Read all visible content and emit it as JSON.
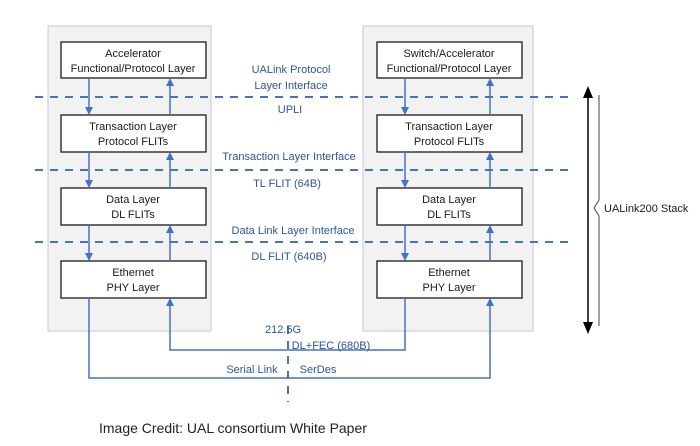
{
  "left_stack": {
    "layer1": [
      "Accelerator",
      "Functional/Protocol Layer"
    ],
    "layer2": [
      "Transaction Layer",
      "Protocol FLITs"
    ],
    "layer3": [
      "Data Layer",
      "DL FLITs"
    ],
    "layer4": [
      "Ethernet",
      "PHY Layer"
    ]
  },
  "right_stack": {
    "layer1": [
      "Switch/Accelerator",
      "Functional/Protocol Layer"
    ],
    "layer2": [
      "Transaction Layer",
      "Protocol FLITs"
    ],
    "layer3": [
      "Data Layer",
      "DL FLITs"
    ],
    "layer4": [
      "Ethernet",
      "PHY Layer"
    ]
  },
  "interfaces": {
    "protocol": [
      "UALink Protocol",
      "Layer Interface"
    ],
    "upli": "UPLI",
    "transaction": "Transaction Layer Interface",
    "tl_flit": "TL FLIT (64B)",
    "data_link": "Data Link Layer Interface",
    "dl_flit": "DL FLIT (640B)"
  },
  "links": {
    "rate": "212.5G",
    "dl_fec": "DL+FEC (680B)",
    "serial_link": "Serial Link",
    "serdes": "SerDes"
  },
  "stack_label": "UALink200 Stack",
  "credit": "Image Credit: UAL consortium White Paper",
  "colors": {
    "line": "#4472c4",
    "text_blue": "#2e5597",
    "box_border": "#1a1a1a",
    "panel": "#f2f2f2"
  }
}
